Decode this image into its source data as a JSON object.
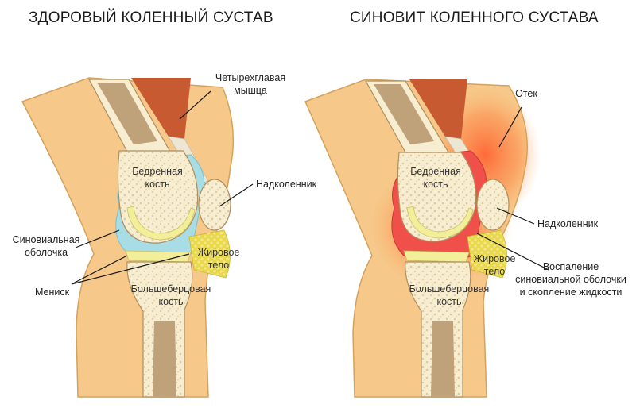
{
  "titles": {
    "left": "ЗДОРОВЫЙ КОЛЕННЫЙ СУСТАВ",
    "right": "СИНОВИТ КОЛЕННОГО СУСТАВА"
  },
  "left_labels": {
    "quadriceps_line1": "Четырехглавая",
    "quadriceps_line2": "мышца",
    "patella": "Надколенник",
    "synovial_line1": "Синовиальная",
    "synovial_line2": "оболочка",
    "meniscus": "Мениск",
    "fat_line1": "Жировое",
    "fat_line2": "тело",
    "femur_line1": "Бедренная",
    "femur_line2": "кость",
    "tibia_line1": "Большеберцовая",
    "tibia_line2": "кость"
  },
  "right_labels": {
    "edema": "Отек",
    "patella": "Надколенник",
    "inflammation_line1": "Воспаление",
    "inflammation_line2": "синовиальной оболочки",
    "inflammation_line3": "и скопление жидкости",
    "fat_line1": "Жировое",
    "fat_line2": "тело",
    "femur_line1": "Бедренная",
    "femur_line2": "кость",
    "tibia_line1": "Большеберцовая",
    "tibia_line2": "кость"
  },
  "colors": {
    "skin": "#F6C88A",
    "skin_edge": "#D4A25C",
    "muscle": "#C85A32",
    "bone": "#F7EDD0",
    "bone_core": "#BFA27A",
    "cartilage": "#F3EE9A",
    "synovial": "#A8DDE6",
    "fat": "#E8D84A",
    "inflammation": "#F0504A"
  }
}
